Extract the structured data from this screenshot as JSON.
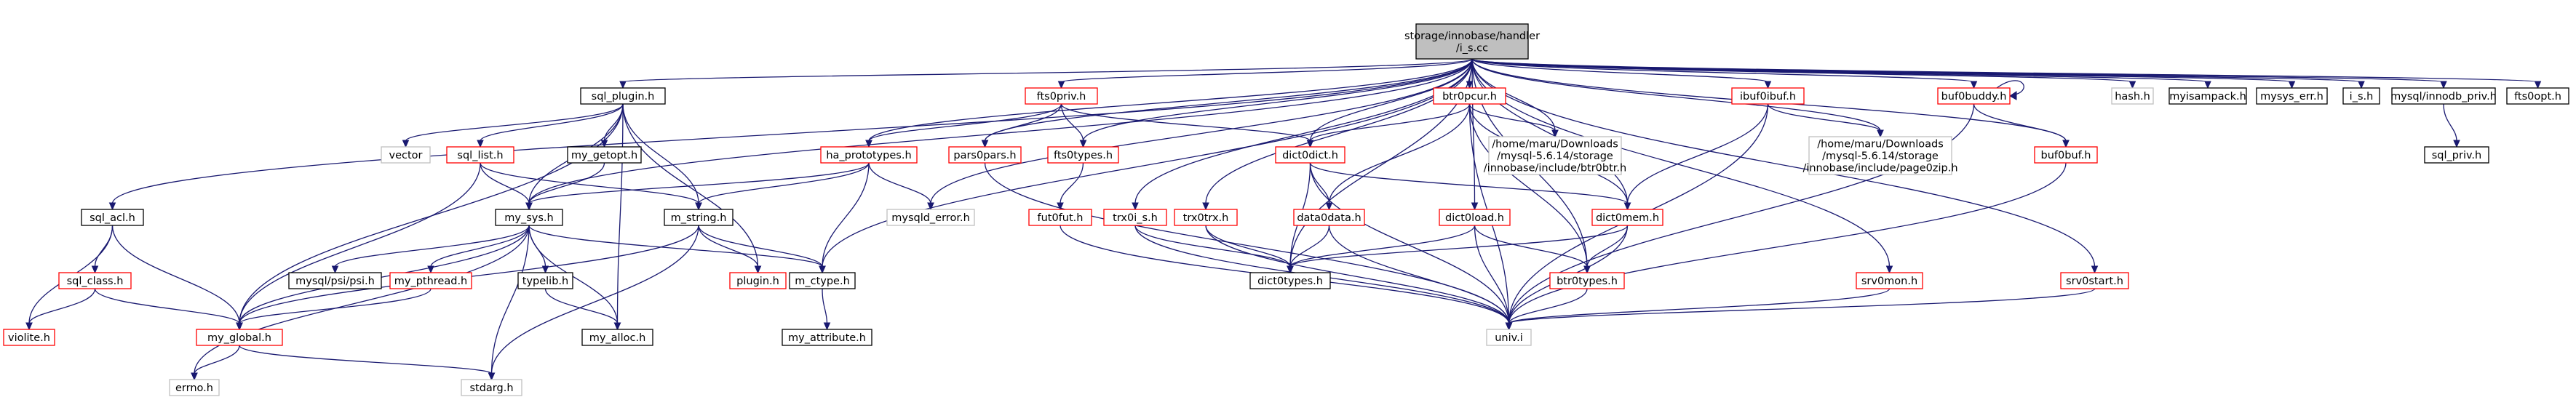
{
  "graph": {
    "title": "storage/innobase/handler/i_s.cc",
    "colors": {
      "edge": "#191970",
      "root_fill": "#bfbfbf",
      "doc_border": "#000000",
      "undoc_border": "#ff0000",
      "external_border": "#bfbfbf"
    },
    "nodes": [
      {
        "id": "root",
        "label": [
          "storage/innobase/handler",
          "/i_s.cc"
        ],
        "kind": "root"
      },
      {
        "id": "sql_plugin",
        "label": [
          "sql_plugin.h"
        ],
        "kind": "doc"
      },
      {
        "id": "fts0priv",
        "label": [
          "fts0priv.h"
        ],
        "kind": "undoc"
      },
      {
        "id": "btr0pcur",
        "label": [
          "btr0pcur.h"
        ],
        "kind": "undoc"
      },
      {
        "id": "ibuf0ibuf",
        "label": [
          "ibuf0ibuf.h"
        ],
        "kind": "undoc"
      },
      {
        "id": "buf0buddy",
        "label": [
          "buf0buddy.h"
        ],
        "kind": "undoc"
      },
      {
        "id": "hash",
        "label": [
          "hash.h"
        ],
        "kind": "external"
      },
      {
        "id": "myisampack",
        "label": [
          "myisampack.h"
        ],
        "kind": "doc"
      },
      {
        "id": "mysys_err",
        "label": [
          "mysys_err.h"
        ],
        "kind": "doc"
      },
      {
        "id": "i_s_h",
        "label": [
          "i_s.h"
        ],
        "kind": "doc"
      },
      {
        "id": "innodb_priv",
        "label": [
          "mysql/innodb_priv.h"
        ],
        "kind": "doc"
      },
      {
        "id": "fts0opt",
        "label": [
          "fts0opt.h"
        ],
        "kind": "doc"
      },
      {
        "id": "vector",
        "label": [
          "vector"
        ],
        "kind": "external"
      },
      {
        "id": "sql_list",
        "label": [
          "sql_list.h"
        ],
        "kind": "undoc"
      },
      {
        "id": "my_getopt",
        "label": [
          "my_getopt.h"
        ],
        "kind": "doc"
      },
      {
        "id": "ha_prototypes",
        "label": [
          "ha_prototypes.h"
        ],
        "kind": "undoc"
      },
      {
        "id": "pars0pars",
        "label": [
          "pars0pars.h"
        ],
        "kind": "undoc"
      },
      {
        "id": "fts0types",
        "label": [
          "fts0types.h"
        ],
        "kind": "undoc"
      },
      {
        "id": "dict0dict",
        "label": [
          "dict0dict.h"
        ],
        "kind": "undoc"
      },
      {
        "id": "btr0btr_ext",
        "label": [
          "/home/maru/Downloads",
          "/mysql-5.6.14/storage",
          "/innobase/include/btr0btr.h"
        ],
        "kind": "external"
      },
      {
        "id": "page0zip_ext",
        "label": [
          "/home/maru/Downloads",
          "/mysql-5.6.14/storage",
          "/innobase/include/page0zip.h"
        ],
        "kind": "external"
      },
      {
        "id": "buf0buf",
        "label": [
          "buf0buf.h"
        ],
        "kind": "undoc"
      },
      {
        "id": "sql_priv",
        "label": [
          "sql_priv.h"
        ],
        "kind": "doc"
      },
      {
        "id": "sql_acl",
        "label": [
          "sql_acl.h"
        ],
        "kind": "doc"
      },
      {
        "id": "my_sys",
        "label": [
          "my_sys.h"
        ],
        "kind": "doc"
      },
      {
        "id": "m_string",
        "label": [
          "m_string.h"
        ],
        "kind": "doc"
      },
      {
        "id": "mysqld_error",
        "label": [
          "mysqld_error.h"
        ],
        "kind": "external"
      },
      {
        "id": "data0data",
        "label": [
          "data0data.h"
        ],
        "kind": "undoc"
      },
      {
        "id": "dict0load",
        "label": [
          "dict0load.h"
        ],
        "kind": "undoc"
      },
      {
        "id": "dict0mem",
        "label": [
          "dict0mem.h"
        ],
        "kind": "undoc"
      },
      {
        "id": "fut0fut",
        "label": [
          "fut0fut.h"
        ],
        "kind": "undoc"
      },
      {
        "id": "trx0i_s",
        "label": [
          "trx0i_s.h"
        ],
        "kind": "undoc"
      },
      {
        "id": "trx0trx",
        "label": [
          "trx0trx.h"
        ],
        "kind": "undoc"
      },
      {
        "id": "sql_class",
        "label": [
          "sql_class.h"
        ],
        "kind": "undoc"
      },
      {
        "id": "psi",
        "label": [
          "mysql/psi/psi.h"
        ],
        "kind": "doc"
      },
      {
        "id": "my_pthread",
        "label": [
          "my_pthread.h"
        ],
        "kind": "undoc"
      },
      {
        "id": "typelib",
        "label": [
          "typelib.h"
        ],
        "kind": "doc"
      },
      {
        "id": "plugin",
        "label": [
          "plugin.h"
        ],
        "kind": "undoc"
      },
      {
        "id": "m_ctype",
        "label": [
          "m_ctype.h"
        ],
        "kind": "doc"
      },
      {
        "id": "dict0types",
        "label": [
          "dict0types.h"
        ],
        "kind": "doc"
      },
      {
        "id": "btr0types",
        "label": [
          "btr0types.h"
        ],
        "kind": "undoc"
      },
      {
        "id": "srv0mon",
        "label": [
          "srv0mon.h"
        ],
        "kind": "undoc"
      },
      {
        "id": "srv0start",
        "label": [
          "srv0start.h"
        ],
        "kind": "undoc"
      },
      {
        "id": "violite",
        "label": [
          "violite.h"
        ],
        "kind": "undoc"
      },
      {
        "id": "my_global",
        "label": [
          "my_global.h"
        ],
        "kind": "undoc"
      },
      {
        "id": "my_alloc",
        "label": [
          "my_alloc.h"
        ],
        "kind": "doc"
      },
      {
        "id": "my_attribute",
        "label": [
          "my_attribute.h"
        ],
        "kind": "doc"
      },
      {
        "id": "univ",
        "label": [
          "univ.i"
        ],
        "kind": "external"
      },
      {
        "id": "errno",
        "label": [
          "errno.h"
        ],
        "kind": "external"
      },
      {
        "id": "stdarg",
        "label": [
          "stdarg.h"
        ],
        "kind": "external"
      }
    ],
    "edges": [
      [
        "root",
        "sql_plugin"
      ],
      [
        "root",
        "fts0priv"
      ],
      [
        "root",
        "btr0pcur"
      ],
      [
        "root",
        "ibuf0ibuf"
      ],
      [
        "root",
        "buf0buddy"
      ],
      [
        "root",
        "hash"
      ],
      [
        "root",
        "myisampack"
      ],
      [
        "root",
        "mysys_err"
      ],
      [
        "root",
        "i_s_h"
      ],
      [
        "root",
        "innodb_priv"
      ],
      [
        "root",
        "fts0opt"
      ],
      [
        "root",
        "sql_acl"
      ],
      [
        "root",
        "my_sys"
      ],
      [
        "root",
        "ha_prototypes"
      ],
      [
        "root",
        "mysqld_error"
      ],
      [
        "root",
        "m_ctype"
      ],
      [
        "root",
        "pars0pars"
      ],
      [
        "root",
        "fts0types"
      ],
      [
        "root",
        "trx0i_s"
      ],
      [
        "root",
        "trx0trx"
      ],
      [
        "root",
        "dict0dict"
      ],
      [
        "root",
        "dict0types"
      ],
      [
        "root",
        "dict0load"
      ],
      [
        "root",
        "btr0btr_ext"
      ],
      [
        "root",
        "page0zip_ext"
      ],
      [
        "root",
        "dict0mem"
      ],
      [
        "root",
        "btr0types"
      ],
      [
        "root",
        "srv0mon"
      ],
      [
        "root",
        "srv0start"
      ],
      [
        "root",
        "buf0buf"
      ],
      [
        "sql_plugin",
        "vector"
      ],
      [
        "sql_plugin",
        "sql_list"
      ],
      [
        "sql_plugin",
        "my_getopt"
      ],
      [
        "sql_plugin",
        "my_sys"
      ],
      [
        "sql_plugin",
        "m_string"
      ],
      [
        "sql_plugin",
        "my_alloc"
      ],
      [
        "sql_plugin",
        "plugin"
      ],
      [
        "sql_plugin",
        "my_global"
      ],
      [
        "fts0priv",
        "ha_prototypes"
      ],
      [
        "fts0priv",
        "pars0pars"
      ],
      [
        "fts0priv",
        "fts0types"
      ],
      [
        "fts0priv",
        "dict0dict"
      ],
      [
        "btr0pcur",
        "dict0dict"
      ],
      [
        "btr0pcur",
        "btr0btr_ext"
      ],
      [
        "btr0pcur",
        "data0data"
      ],
      [
        "btr0pcur",
        "dict0mem"
      ],
      [
        "btr0pcur",
        "btr0types"
      ],
      [
        "btr0pcur",
        "univ"
      ],
      [
        "ibuf0ibuf",
        "page0zip_ext"
      ],
      [
        "ibuf0ibuf",
        "dict0mem"
      ],
      [
        "ibuf0ibuf",
        "univ"
      ],
      [
        "buf0buddy",
        "buf0buddy"
      ],
      [
        "buf0buddy",
        "buf0buf"
      ],
      [
        "buf0buddy",
        "univ"
      ],
      [
        "innodb_priv",
        "sql_priv"
      ],
      [
        "sql_list",
        "my_sys"
      ],
      [
        "sql_list",
        "m_string"
      ],
      [
        "sql_list",
        "my_global"
      ],
      [
        "my_getopt",
        "my_sys"
      ],
      [
        "ha_prototypes",
        "my_sys"
      ],
      [
        "ha_prototypes",
        "m_string"
      ],
      [
        "ha_prototypes",
        "mysqld_error"
      ],
      [
        "ha_prototypes",
        "m_ctype"
      ],
      [
        "pars0pars",
        "univ"
      ],
      [
        "fts0types",
        "fut0fut"
      ],
      [
        "dict0dict",
        "data0data"
      ],
      [
        "dict0dict",
        "dict0mem"
      ],
      [
        "dict0dict",
        "dict0types"
      ],
      [
        "dict0dict",
        "univ"
      ],
      [
        "buf0buf",
        "univ"
      ],
      [
        "sql_acl",
        "violite"
      ],
      [
        "sql_acl",
        "sql_class"
      ],
      [
        "sql_acl",
        "my_global"
      ],
      [
        "my_sys",
        "psi"
      ],
      [
        "my_sys",
        "my_pthread"
      ],
      [
        "my_sys",
        "typelib"
      ],
      [
        "my_sys",
        "my_alloc"
      ],
      [
        "my_sys",
        "m_ctype"
      ],
      [
        "my_sys",
        "my_global"
      ],
      [
        "my_sys",
        "errno"
      ],
      [
        "my_sys",
        "stdarg"
      ],
      [
        "m_string",
        "my_global"
      ],
      [
        "m_string",
        "m_ctype"
      ],
      [
        "m_string",
        "plugin"
      ],
      [
        "m_string",
        "stdarg"
      ],
      [
        "data0data",
        "dict0types"
      ],
      [
        "data0data",
        "univ"
      ],
      [
        "dict0load",
        "dict0types"
      ],
      [
        "dict0load",
        "btr0types"
      ],
      [
        "dict0load",
        "univ"
      ],
      [
        "dict0mem",
        "dict0types"
      ],
      [
        "dict0mem",
        "btr0types"
      ],
      [
        "dict0mem",
        "univ"
      ],
      [
        "fut0fut",
        "univ"
      ],
      [
        "trx0i_s",
        "dict0types"
      ],
      [
        "trx0i_s",
        "univ"
      ],
      [
        "trx0trx",
        "dict0types"
      ],
      [
        "trx0trx",
        "univ"
      ],
      [
        "sql_class",
        "violite"
      ],
      [
        "sql_class",
        "my_global"
      ],
      [
        "my_pthread",
        "my_global"
      ],
      [
        "typelib",
        "my_alloc"
      ],
      [
        "m_ctype",
        "my_attribute"
      ],
      [
        "btr0types",
        "univ"
      ],
      [
        "srv0mon",
        "univ"
      ],
      [
        "srv0start",
        "univ"
      ],
      [
        "my_global",
        "errno"
      ],
      [
        "my_global",
        "stdarg"
      ]
    ]
  }
}
